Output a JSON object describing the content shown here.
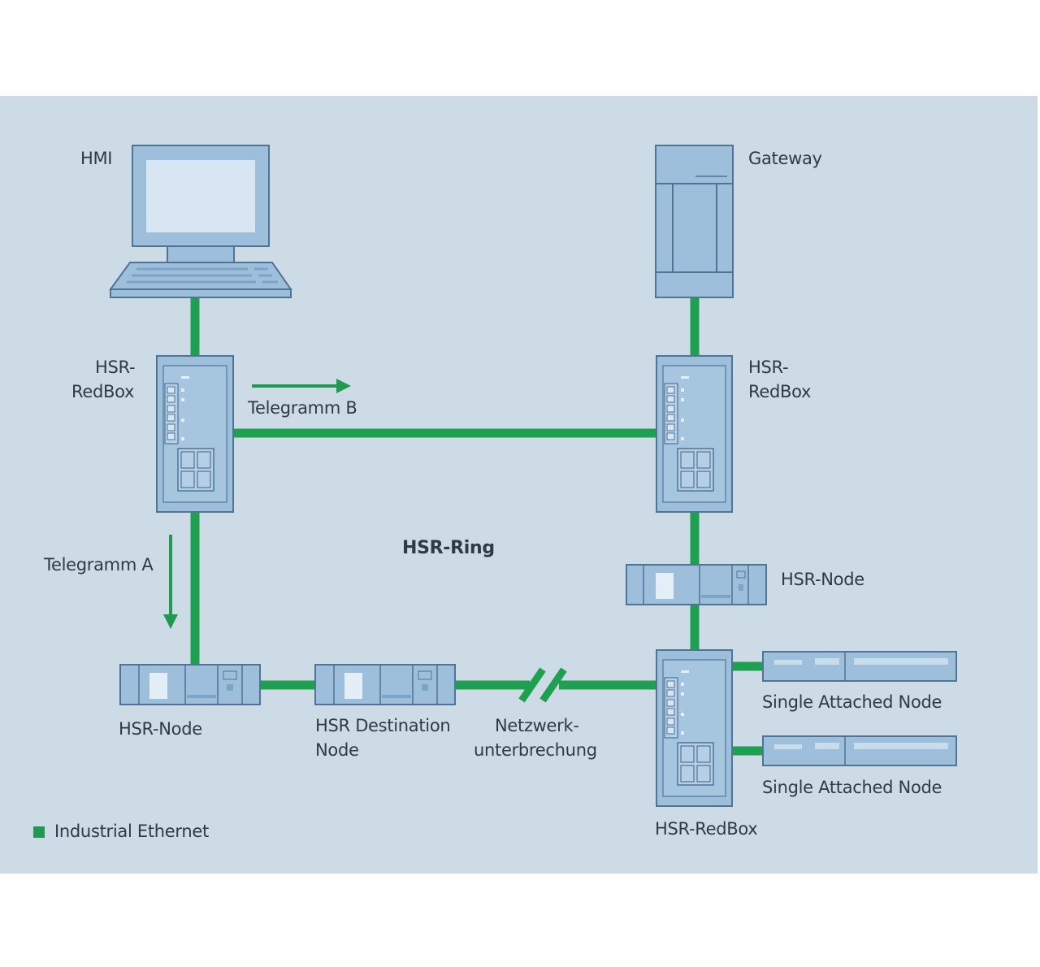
{
  "diagram": {
    "title": "HSR-Ring",
    "colors": {
      "background": "#cddbe6",
      "ethernet_line": "#1fa050",
      "device_fill": "#9dbfdb",
      "device_stroke": "#4f7494",
      "screen_fill": "#d8e6f3",
      "text": "#2f3a44"
    },
    "nodes": {
      "hmi": {
        "label": "HMI",
        "icon": "computer-icon"
      },
      "gateway": {
        "label": "Gateway",
        "icon": "gateway-device-icon"
      },
      "redbox_left": {
        "label_line1": "HSR-",
        "label_line2": "RedBox",
        "icon": "redbox-switch-icon"
      },
      "redbox_right": {
        "label_line1": "HSR-",
        "label_line2": "RedBox",
        "icon": "redbox-switch-icon"
      },
      "redbox_bottom": {
        "label": "HSR-RedBox",
        "icon": "redbox-switch-icon"
      },
      "hsr_node_right": {
        "label": "HSR-Node",
        "icon": "plc-module-icon"
      },
      "hsr_node_left": {
        "label": "HSR-Node",
        "icon": "plc-module-icon"
      },
      "hsr_destination": {
        "label_line1": "HSR Destination",
        "label_line2": "Node",
        "icon": "plc-module-icon"
      },
      "san_1": {
        "label": "Single Attached Node",
        "icon": "rail-device-icon"
      },
      "san_2": {
        "label": "Single Attached Node",
        "icon": "rail-device-icon"
      }
    },
    "annotations": {
      "telegram_b": {
        "label": "Telegramm B",
        "direction": "right"
      },
      "telegram_a": {
        "label": "Telegramm A",
        "direction": "down"
      },
      "break": {
        "label_line1": "Netzwerk-",
        "label_line2": "unterbrechung",
        "icon": "line-break-icon"
      }
    },
    "legend": [
      {
        "label": "Industrial Ethernet",
        "color": "#1f9a50"
      }
    ]
  }
}
